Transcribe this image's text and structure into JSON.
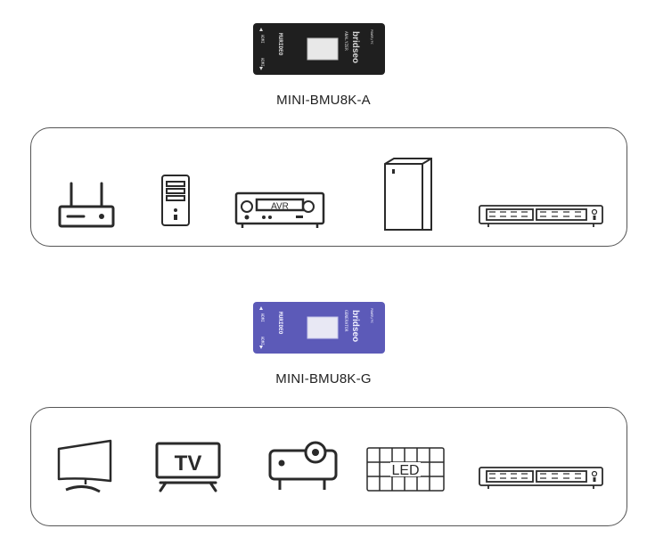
{
  "devices": [
    {
      "id": "analyzer",
      "label": "MINI-BMU8K-A",
      "body_color": "#1f1f1f",
      "text_color": "#d8d8d8",
      "brand": "bridseo",
      "model": "MURIDEO",
      "mode": "ANALYZER",
      "side_text": "POWER/PC",
      "left_text_top": "HDMI",
      "left_text_bottom": "HDMI"
    },
    {
      "id": "generator",
      "label": "MINI-BMU8K-G",
      "body_color": "#5c5ab8",
      "text_color": "#f0f0ff",
      "brand": "bridseo",
      "model": "MURIDEO",
      "mode": "GENERATOR",
      "side_text": "POWER/PC",
      "left_text_top": "HDMI",
      "left_text_bottom": "HDMI"
    }
  ],
  "source_icons": [
    "router-icon",
    "pc-tower-icon",
    "avr-icon",
    "game-console-icon",
    "matrix-switch-icon"
  ],
  "display_icons": [
    "curved-monitor-icon",
    "tv-icon",
    "projector-icon",
    "led-wall-icon",
    "matrix-switch-icon"
  ],
  "icon_text": {
    "avr": "AVR",
    "tv": "TV",
    "led": "LED"
  },
  "colors": {
    "stroke": "#2a2a2a",
    "panel_border": "#555555"
  }
}
